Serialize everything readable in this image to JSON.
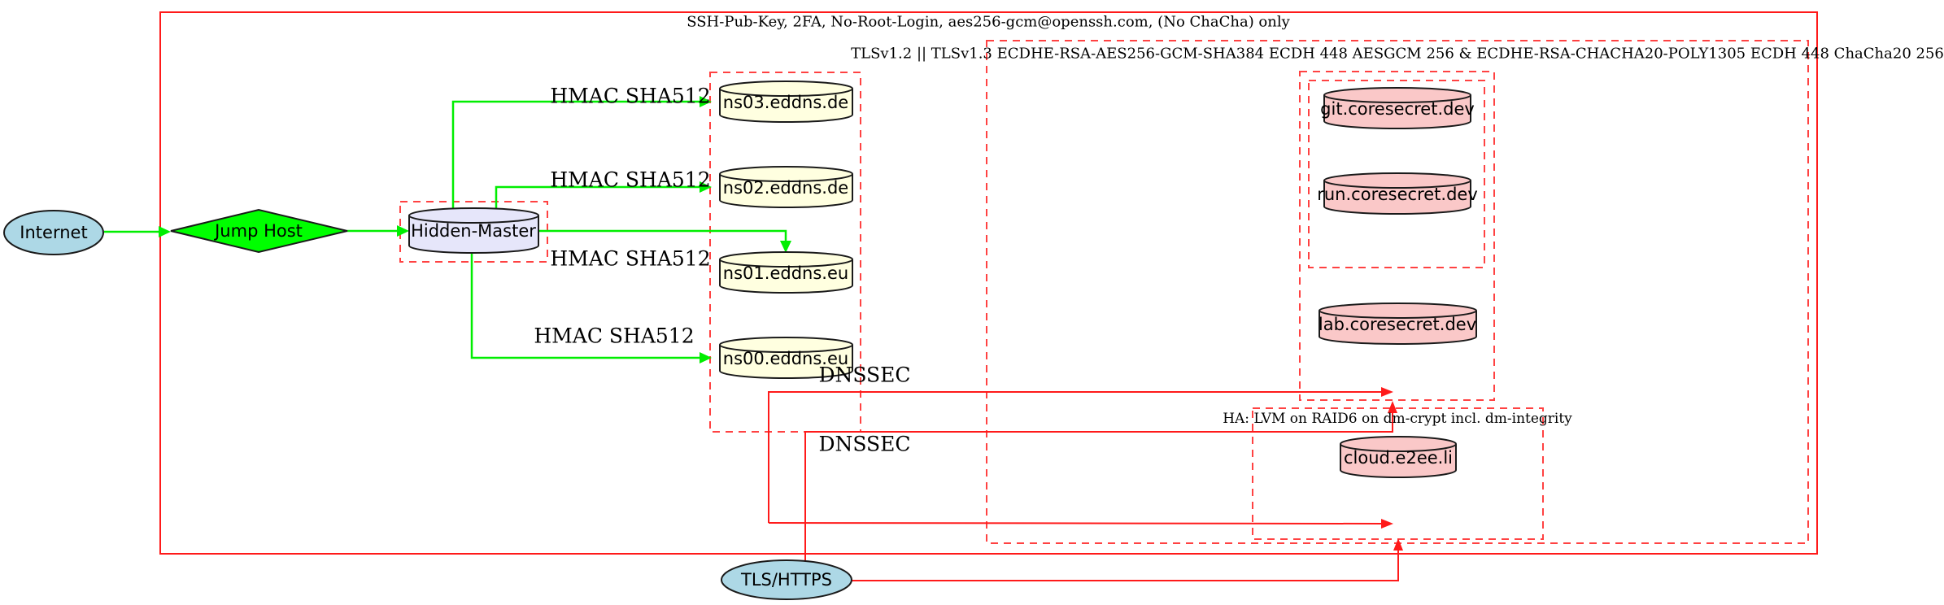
{
  "diagram": {
    "clusters": {
      "ssh_label": "SSH-Pub-Key, 2FA, No-Root-Login, aes256-gcm@openssh.com, (No ChaCha) only",
      "tls_label": "TLSv1.2 || TLSv1.3 ECDHE-RSA-AES256-GCM-SHA384 ECDH 448 AESGCM 256 & ECDHE-RSA-CHACHA20-POLY1305 ECDH 448 ChaCha20 256",
      "ha_label": "HA: LVM on RAID6 on dm-crypt incl. dm-integrity"
    },
    "nodes": {
      "internet": "Internet",
      "jump_host": "Jump Host",
      "hidden_master": "Hidden-Master",
      "ns03": "ns03.eddns.de",
      "ns02": "ns02.eddns.de",
      "ns01": "ns01.eddns.eu",
      "ns00": "ns00.eddns.eu",
      "git": "git.coresecret.dev",
      "run": "run.coresecret.dev",
      "lab": "lab.coresecret.dev",
      "cloud": "cloud.e2ee.li",
      "tls_https": "TLS/HTTPS"
    },
    "edge_labels": {
      "hmac_ns03": "HMAC SHA512",
      "hmac_ns02": "HMAC SHA512",
      "hmac_ns01": "HMAC SHA512",
      "hmac_ns00": "HMAC SHA512",
      "dnssec_1": "DNSSEC",
      "dnssec_2": "DNSSEC"
    },
    "colors": {
      "node_blue": "#add8e6",
      "node_green": "#00ff00",
      "node_lavender": "#e6e6fa",
      "node_lightyellow": "#ffffe0",
      "node_pink": "#fac8c8",
      "edge_green": "#00ee00",
      "edge_red": "#ff1a1a",
      "cluster_dashed_red": "#ff4242",
      "node_stroke": "#1a1a1a"
    }
  }
}
